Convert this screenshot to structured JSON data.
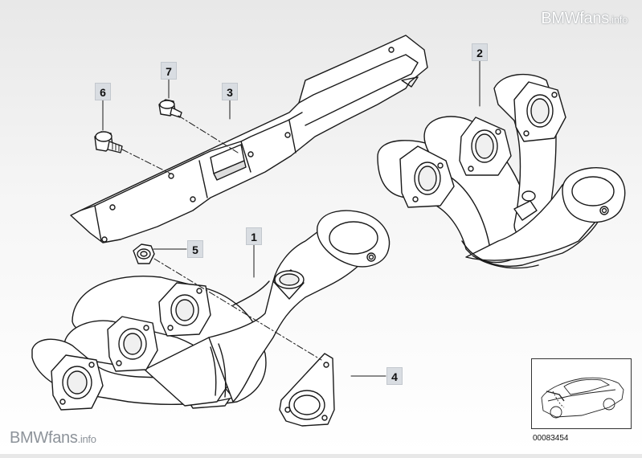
{
  "watermark_top": {
    "brand": "BMWfans",
    "suffix": ".info"
  },
  "watermark_bottom": {
    "brand": "BMWfans",
    "suffix": ".info"
  },
  "callouts": [
    {
      "id": "1",
      "label": "1"
    },
    {
      "id": "2",
      "label": "2"
    },
    {
      "id": "3",
      "label": "3"
    },
    {
      "id": "4",
      "label": "4"
    },
    {
      "id": "5",
      "label": "5"
    },
    {
      "id": "6",
      "label": "6"
    },
    {
      "id": "7",
      "label": "7"
    }
  ],
  "reference_number": "00083454",
  "colors": {
    "line": "#1a1a1a",
    "part_fill": "#ffffff",
    "callout_bg": "#d9dde2"
  }
}
